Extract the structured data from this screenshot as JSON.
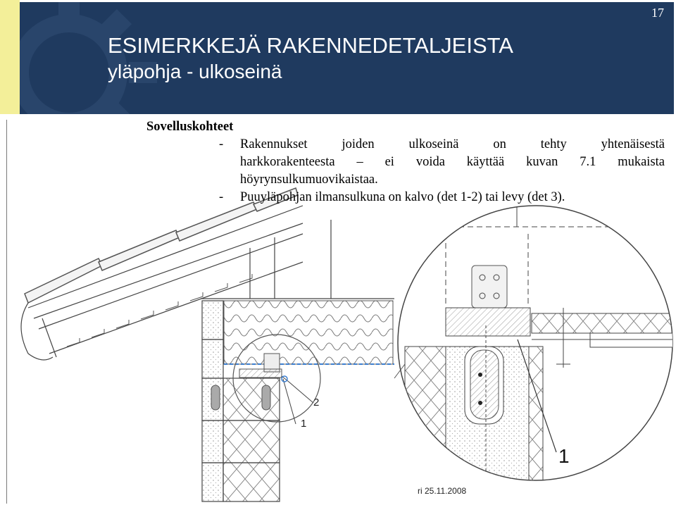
{
  "slide": {
    "page_number": "17",
    "title_line1": "ESIMERKKEJÄ RAKENNEDETALJEISTA",
    "title_line2": "yläpohja - ulkoseinä",
    "section_heading": "Sovelluskohteet",
    "bullets": [
      {
        "dash": "-",
        "line1": "Rakennukset joiden ulkoseinä on tehty yhtenäisestä",
        "line2": "harkkorakenteesta – ei voida käyttää kuvan 7.1 mukaista",
        "line3": "höyrynsulkumuovikaistaa."
      },
      {
        "dash": "-",
        "line1": "Puuyläpohjan ilmansulkuna on kalvo (det 1-2) tai levy (det 3)."
      }
    ],
    "footer_date": "ri 25.11.2008"
  },
  "drawing": {
    "labels": {
      "small_1": "1",
      "small_2": "2",
      "large_1": "1"
    },
    "colors": {
      "header_band": "#1f3a5f",
      "yellow_strip": "#f3ef99",
      "blue_membrane": "#3c7fd0"
    }
  }
}
